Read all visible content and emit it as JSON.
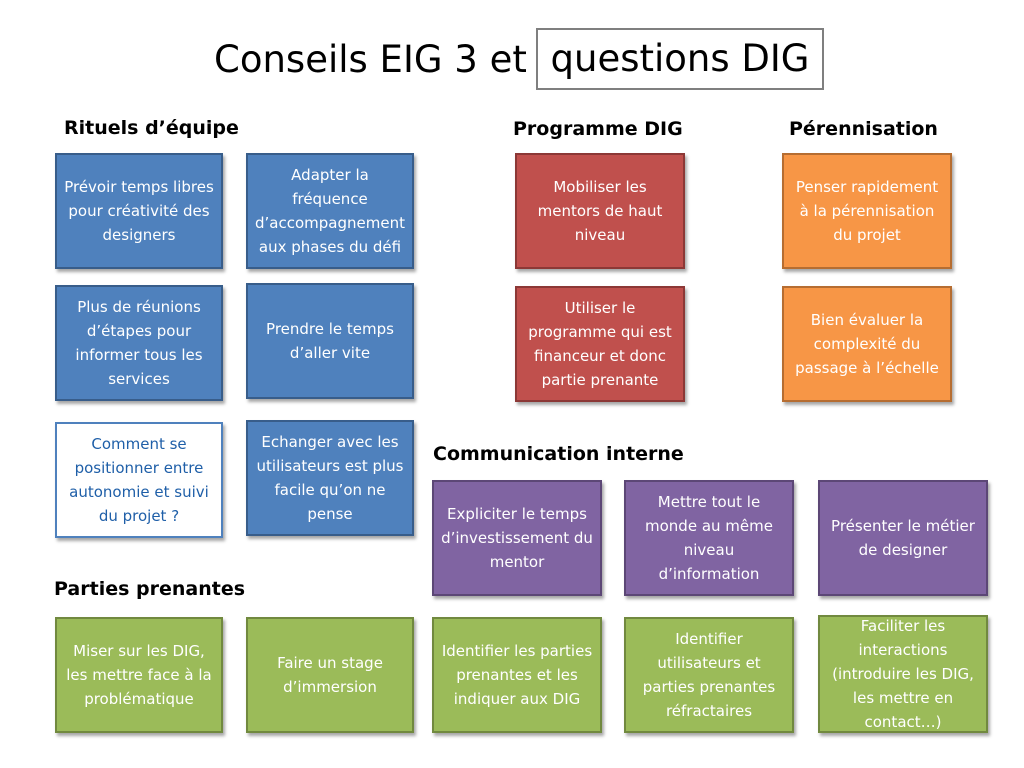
{
  "title": {
    "left": "Conseils EIG 3 et",
    "boxed": "questions DIG"
  },
  "headings": {
    "rituels": "Rituels d’équipe",
    "programme": "Programme DIG",
    "perennisation": "Pérennisation",
    "communication": "Communication interne",
    "parties": "Parties prenantes"
  },
  "cards": {
    "rituels_1": "Prévoir temps libres pour créativité des designers",
    "rituels_2": "Adapter la fréquence d’accompagnement aux phases du défi",
    "rituels_3": "Plus de réunions d’étapes pour informer tous les services",
    "rituels_4": "Prendre le temps d’aller vite",
    "rituels_5": "Comment se positionner entre autonomie et suivi du projet ?",
    "rituels_6": "Echanger avec les utilisateurs est plus facile qu’on ne pense",
    "programme_1": "Mobiliser les mentors de haut niveau",
    "programme_2": "Utiliser le programme qui est financeur et donc partie prenante",
    "perennisation_1": "Penser rapidement à la pérennisation du projet",
    "perennisation_2": "Bien évaluer la complexité du passage à l’échelle",
    "communication_1": "Expliciter le temps d’investissement du mentor",
    "communication_2": "Mettre tout le monde au même niveau d’information",
    "communication_3": "Présenter le métier de designer",
    "parties_1": "Miser sur les DIG, les mettre face à la problématique",
    "parties_2": "Faire un stage d’immersion",
    "parties_3": "Identifier les parties prenantes et les indiquer aux DIG",
    "parties_4": "Identifier utilisateurs et parties prenantes réfractaires",
    "parties_5": "Faciliter les interactions (introduire les DIG, les mettre en contact…)"
  },
  "colors": {
    "blue": "#4f81bd",
    "red": "#c0504d",
    "orange": "#f79646",
    "purple": "#8064a2",
    "green": "#9bbb59",
    "title_border": "#7f7f7f"
  }
}
